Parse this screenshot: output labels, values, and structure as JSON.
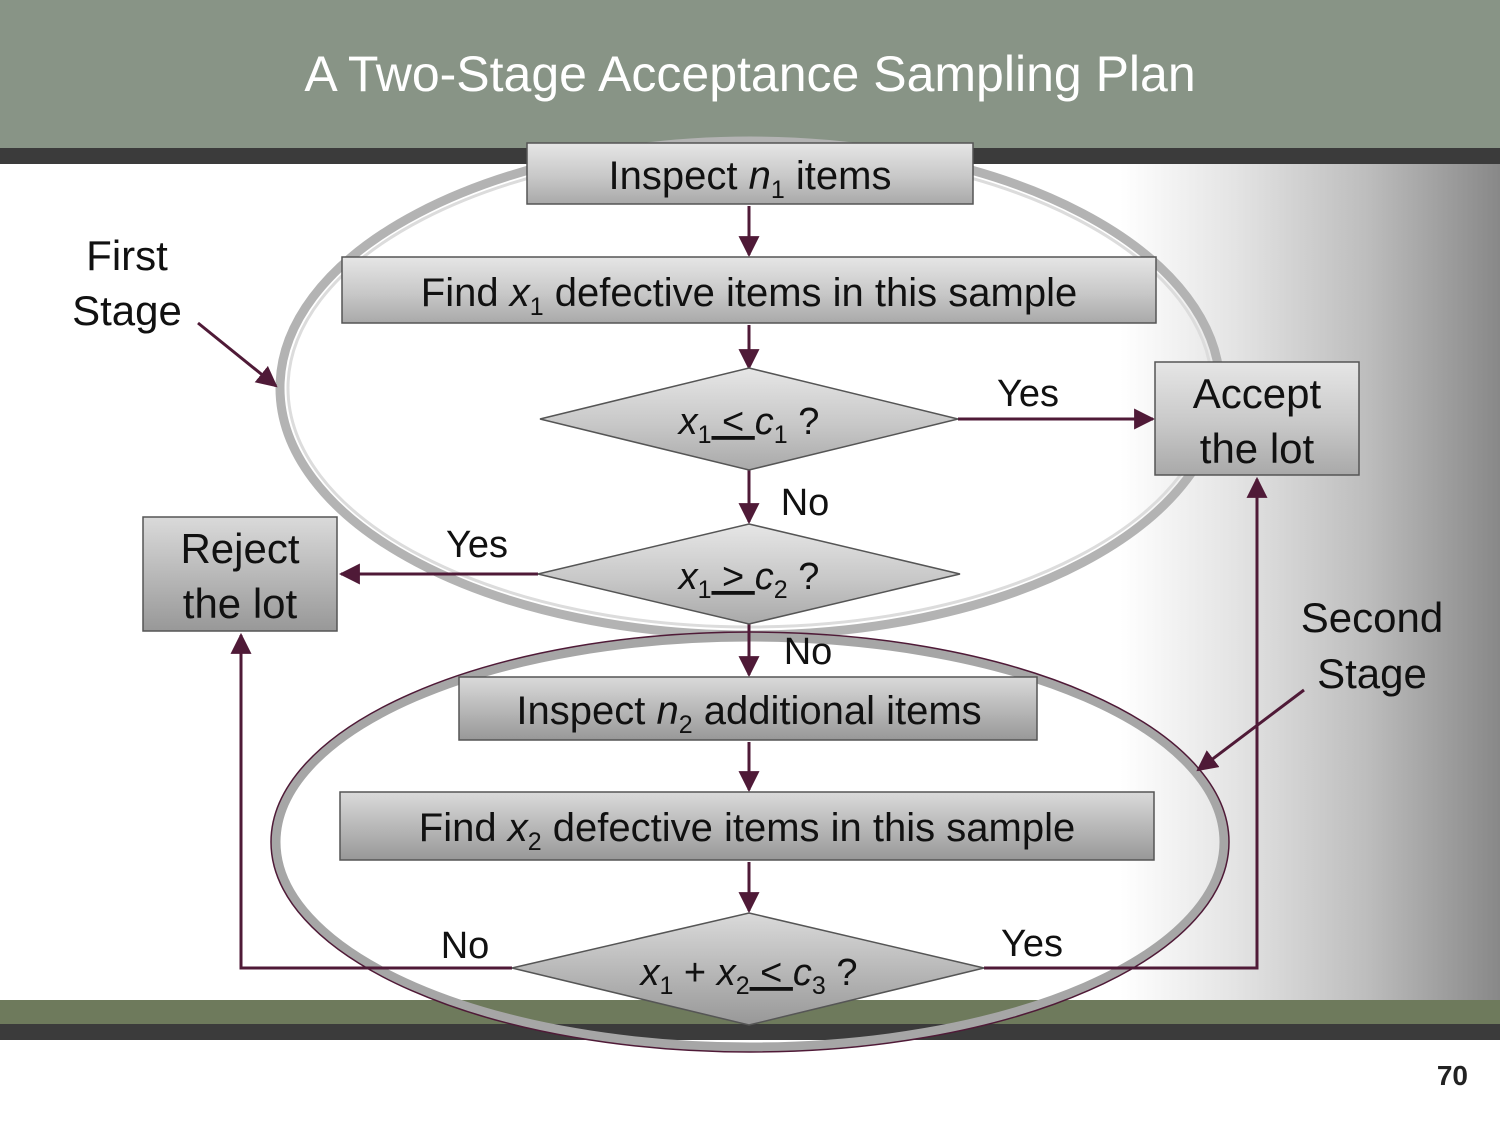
{
  "title": "A Two-Stage Acceptance Sampling Plan",
  "page_number": "70",
  "colors": {
    "header": "#889486",
    "arrow": "#4f1a37",
    "box": "#c9c9c9",
    "ellipse": "#a9a9a9"
  },
  "stage_labels": {
    "first_1": "First",
    "first_2": "Stage",
    "second_1": "Second",
    "second_2": "Stage"
  },
  "nodes": {
    "inspect1": {
      "pre": "Inspect ",
      "var": "n",
      "sub": "1",
      "post": " items"
    },
    "find1": {
      "pre": "Find ",
      "var": "x",
      "sub": "1",
      "post": " defective items in this sample"
    },
    "dec1": {
      "v1": "x",
      "s1": "1",
      "op": " < ",
      "v2": "c",
      "s2": "1",
      "q": " ?"
    },
    "dec2": {
      "v1": "x",
      "s1": "1",
      "op": " > ",
      "v2": "c",
      "s2": "2",
      "q": " ?"
    },
    "inspect2": {
      "pre": "Inspect ",
      "var": "n",
      "sub": "2",
      "post": " additional items"
    },
    "find2": {
      "pre": "Find ",
      "var": "x",
      "sub": "2",
      "post": " defective items in this sample"
    },
    "dec3": {
      "v1": "x",
      "s1": "1",
      "op1": " + ",
      "v2": "x",
      "s2": "2",
      "op2": " < ",
      "v3": "c",
      "s3": "3",
      "q": " ?"
    },
    "accept": {
      "l1": "Accept",
      "l2": "the lot"
    },
    "reject": {
      "l1": "Reject",
      "l2": "the lot"
    }
  },
  "edges": {
    "dec1_yes": "Yes",
    "dec1_no": "No",
    "dec2_yes": "Yes",
    "dec2_no": "No",
    "dec3_no": "No",
    "dec3_yes": "Yes"
  }
}
